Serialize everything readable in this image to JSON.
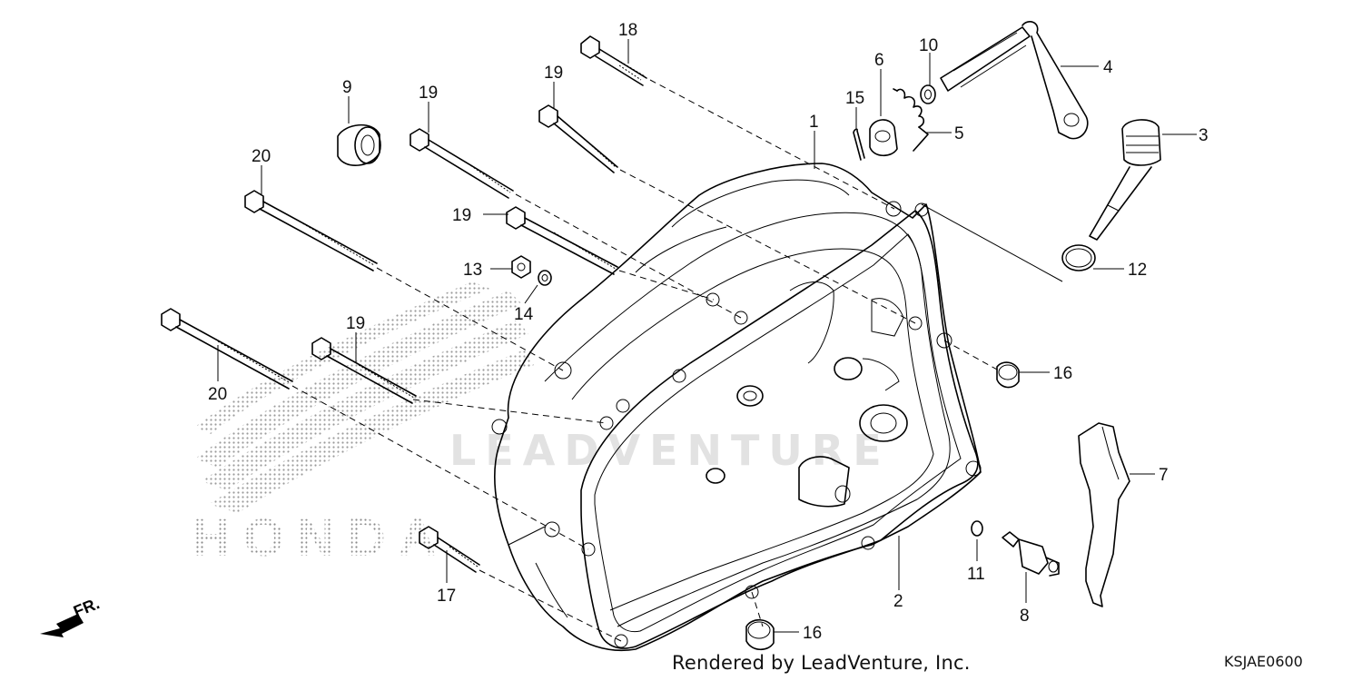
{
  "diagram": {
    "callouts": [
      {
        "id": "c18",
        "label": "18"
      },
      {
        "id": "c4",
        "label": "4"
      },
      {
        "id": "c6",
        "label": "6"
      },
      {
        "id": "c10",
        "label": "10"
      },
      {
        "id": "c9",
        "label": "9"
      },
      {
        "id": "c19a",
        "label": "19"
      },
      {
        "id": "c19b",
        "label": "19"
      },
      {
        "id": "c15",
        "label": "15"
      },
      {
        "id": "c1",
        "label": "1"
      },
      {
        "id": "c5",
        "label": "5"
      },
      {
        "id": "c3",
        "label": "3"
      },
      {
        "id": "c20a",
        "label": "20"
      },
      {
        "id": "c19c",
        "label": "19"
      },
      {
        "id": "c13",
        "label": "13"
      },
      {
        "id": "c12",
        "label": "12"
      },
      {
        "id": "c14",
        "label": "14"
      },
      {
        "id": "c19d",
        "label": "19"
      },
      {
        "id": "c16a",
        "label": "16"
      },
      {
        "id": "c20b",
        "label": "20"
      },
      {
        "id": "c7",
        "label": "7"
      },
      {
        "id": "c11",
        "label": "11"
      },
      {
        "id": "c2",
        "label": "2"
      },
      {
        "id": "c17",
        "label": "17"
      },
      {
        "id": "c8",
        "label": "8"
      },
      {
        "id": "c16b",
        "label": "16"
      }
    ],
    "front_arrow_label": "FR.",
    "brand_watermark": "HONDA",
    "site_watermark": "LEADVENTURE"
  },
  "footer": {
    "credit": "Rendered by LeadVenture, Inc.",
    "code": "KSJAE0600"
  }
}
